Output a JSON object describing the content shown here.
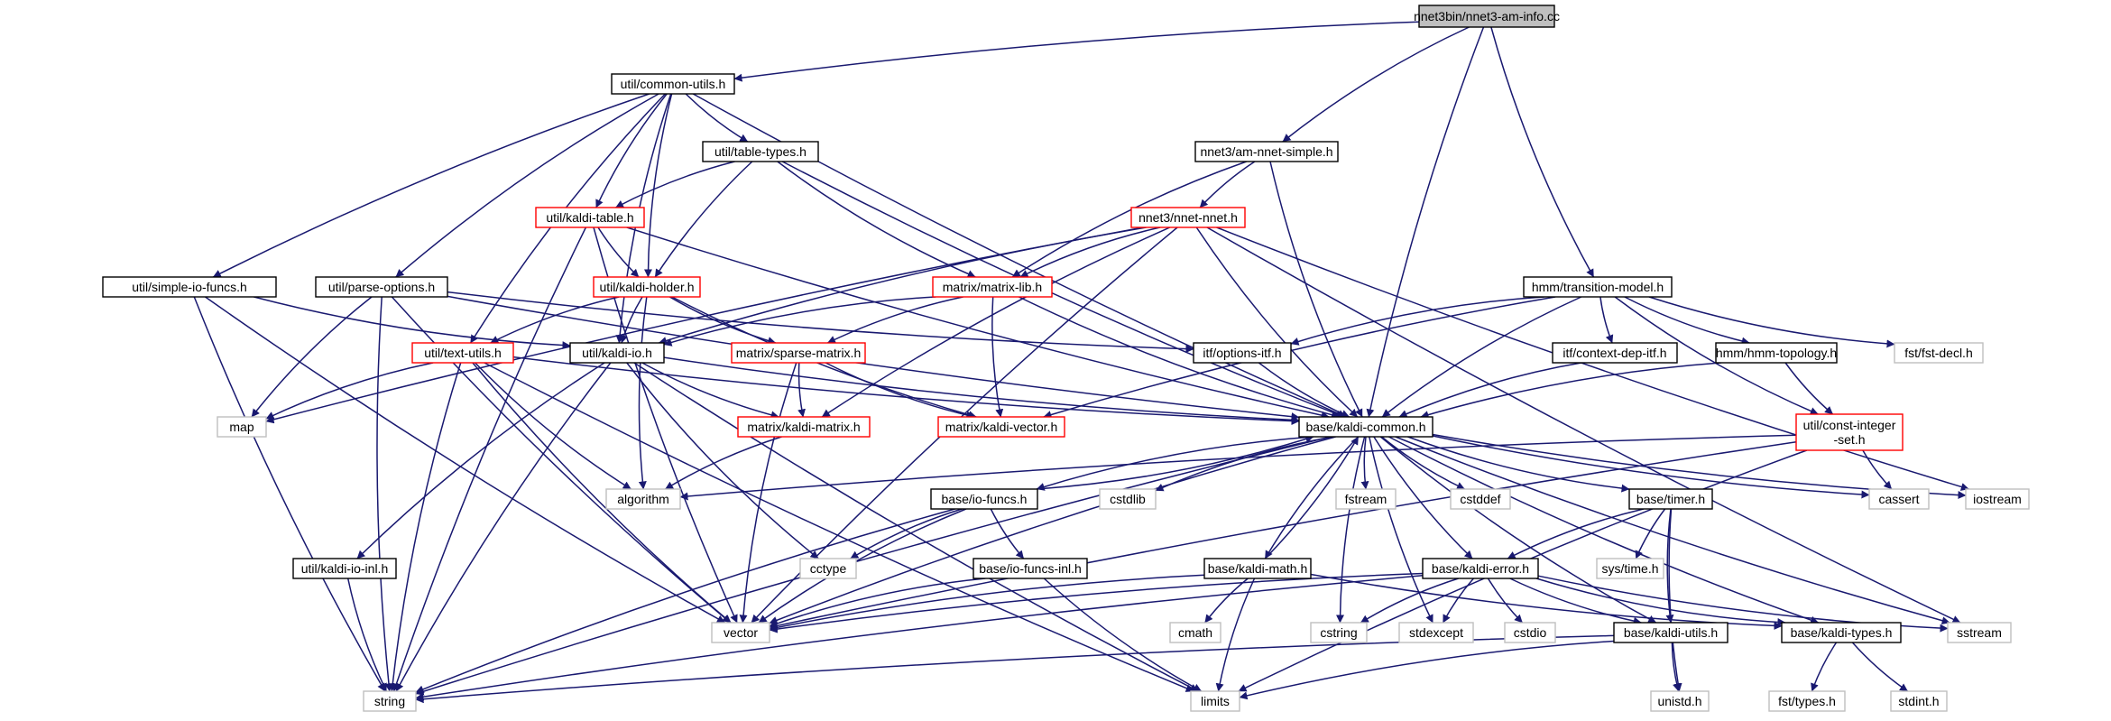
{
  "graph": {
    "type": "include-dependency-graph",
    "root": "nnet3bin/nnet3-am-info.cc",
    "nodes": [
      {
        "id": "root",
        "lines": [
          "nnet3bin/nnet3-am-info.cc"
        ],
        "style": "root"
      },
      {
        "id": "common_utils",
        "lines": [
          "util/common-utils.h"
        ],
        "style": "normal"
      },
      {
        "id": "am_nnet_simple",
        "lines": [
          "nnet3/am-nnet-simple.h"
        ],
        "style": "normal"
      },
      {
        "id": "table_types",
        "lines": [
          "util/table-types.h"
        ],
        "style": "normal"
      },
      {
        "id": "kaldi_table",
        "lines": [
          "util/kaldi-table.h"
        ],
        "style": "red"
      },
      {
        "id": "nnet_nnet",
        "lines": [
          "nnet3/nnet-nnet.h"
        ],
        "style": "red"
      },
      {
        "id": "simple_io_funcs",
        "lines": [
          "util/simple-io-funcs.h"
        ],
        "style": "normal"
      },
      {
        "id": "parse_options",
        "lines": [
          "util/parse-options.h"
        ],
        "style": "normal"
      },
      {
        "id": "kaldi_holder",
        "lines": [
          "util/kaldi-holder.h"
        ],
        "style": "red"
      },
      {
        "id": "matrix_lib",
        "lines": [
          "matrix/matrix-lib.h"
        ],
        "style": "red"
      },
      {
        "id": "transition_model",
        "lines": [
          "hmm/transition-model.h"
        ],
        "style": "normal"
      },
      {
        "id": "text_utils",
        "lines": [
          "util/text-utils.h"
        ],
        "style": "red"
      },
      {
        "id": "kaldi_io",
        "lines": [
          "util/kaldi-io.h"
        ],
        "style": "normal"
      },
      {
        "id": "sparse_matrix",
        "lines": [
          "matrix/sparse-matrix.h"
        ],
        "style": "red"
      },
      {
        "id": "options_itf",
        "lines": [
          "itf/options-itf.h"
        ],
        "style": "normal"
      },
      {
        "id": "context_dep_itf",
        "lines": [
          "itf/context-dep-itf.h"
        ],
        "style": "normal"
      },
      {
        "id": "hmm_topology",
        "lines": [
          "hmm/hmm-topology.h"
        ],
        "style": "normal"
      },
      {
        "id": "fst_decl",
        "lines": [
          "fst/fst-decl.h"
        ],
        "style": "ext"
      },
      {
        "id": "map",
        "lines": [
          "map"
        ],
        "style": "ext"
      },
      {
        "id": "kaldi_matrix",
        "lines": [
          "matrix/kaldi-matrix.h"
        ],
        "style": "red"
      },
      {
        "id": "kaldi_vector",
        "lines": [
          "matrix/kaldi-vector.h"
        ],
        "style": "red"
      },
      {
        "id": "kaldi_common",
        "lines": [
          "base/kaldi-common.h"
        ],
        "style": "normal"
      },
      {
        "id": "const_integer_set",
        "lines": [
          "util/const-integer",
          "-set.h"
        ],
        "style": "red"
      },
      {
        "id": "algorithm",
        "lines": [
          "algorithm"
        ],
        "style": "ext"
      },
      {
        "id": "io_funcs",
        "lines": [
          "base/io-funcs.h"
        ],
        "style": "normal"
      },
      {
        "id": "cstdlib",
        "lines": [
          "cstdlib"
        ],
        "style": "ext"
      },
      {
        "id": "fstream",
        "lines": [
          "fstream"
        ],
        "style": "ext"
      },
      {
        "id": "cstddef",
        "lines": [
          "cstddef"
        ],
        "style": "ext"
      },
      {
        "id": "timer",
        "lines": [
          "base/timer.h"
        ],
        "style": "normal"
      },
      {
        "id": "cassert",
        "lines": [
          "cassert"
        ],
        "style": "ext"
      },
      {
        "id": "iostream",
        "lines": [
          "iostream"
        ],
        "style": "ext"
      },
      {
        "id": "kaldi_io_inl",
        "lines": [
          "util/kaldi-io-inl.h"
        ],
        "style": "normal"
      },
      {
        "id": "cctype",
        "lines": [
          "cctype"
        ],
        "style": "ext"
      },
      {
        "id": "io_funcs_inl",
        "lines": [
          "base/io-funcs-inl.h"
        ],
        "style": "normal"
      },
      {
        "id": "kaldi_math",
        "lines": [
          "base/kaldi-math.h"
        ],
        "style": "normal"
      },
      {
        "id": "kaldi_error",
        "lines": [
          "base/kaldi-error.h"
        ],
        "style": "normal"
      },
      {
        "id": "sys_time",
        "lines": [
          "sys/time.h"
        ],
        "style": "ext"
      },
      {
        "id": "vector",
        "lines": [
          "vector"
        ],
        "style": "ext"
      },
      {
        "id": "cmath",
        "lines": [
          "cmath"
        ],
        "style": "ext"
      },
      {
        "id": "cstring",
        "lines": [
          "cstring"
        ],
        "style": "ext"
      },
      {
        "id": "stdexcept",
        "lines": [
          "stdexcept"
        ],
        "style": "ext"
      },
      {
        "id": "cstdio",
        "lines": [
          "cstdio"
        ],
        "style": "ext"
      },
      {
        "id": "kaldi_utils",
        "lines": [
          "base/kaldi-utils.h"
        ],
        "style": "normal"
      },
      {
        "id": "kaldi_types",
        "lines": [
          "base/kaldi-types.h"
        ],
        "style": "normal"
      },
      {
        "id": "sstream",
        "lines": [
          "sstream"
        ],
        "style": "ext"
      },
      {
        "id": "string",
        "lines": [
          "string"
        ],
        "style": "ext"
      },
      {
        "id": "limits",
        "lines": [
          "limits"
        ],
        "style": "ext"
      },
      {
        "id": "unistd",
        "lines": [
          "unistd.h"
        ],
        "style": "ext"
      },
      {
        "id": "fst_types",
        "lines": [
          "fst/types.h"
        ],
        "style": "ext"
      },
      {
        "id": "stdint",
        "lines": [
          "stdint.h"
        ],
        "style": "ext"
      }
    ],
    "edges": [
      [
        "root",
        "common_utils"
      ],
      [
        "root",
        "am_nnet_simple"
      ],
      [
        "root",
        "transition_model"
      ],
      [
        "root",
        "kaldi_common"
      ],
      [
        "common_utils",
        "table_types"
      ],
      [
        "common_utils",
        "kaldi_table"
      ],
      [
        "common_utils",
        "simple_io_funcs"
      ],
      [
        "common_utils",
        "parse_options"
      ],
      [
        "common_utils",
        "kaldi_holder"
      ],
      [
        "common_utils",
        "text_utils"
      ],
      [
        "common_utils",
        "kaldi_io"
      ],
      [
        "common_utils",
        "kaldi_common"
      ],
      [
        "am_nnet_simple",
        "nnet_nnet"
      ],
      [
        "am_nnet_simple",
        "matrix_lib"
      ],
      [
        "am_nnet_simple",
        "kaldi_common"
      ],
      [
        "table_types",
        "kaldi_table"
      ],
      [
        "table_types",
        "kaldi_holder"
      ],
      [
        "table_types",
        "matrix_lib"
      ],
      [
        "table_types",
        "kaldi_common"
      ],
      [
        "kaldi_table",
        "kaldi_holder"
      ],
      [
        "kaldi_table",
        "kaldi_common"
      ],
      [
        "kaldi_table",
        "string"
      ],
      [
        "kaldi_table",
        "vector"
      ],
      [
        "nnet_nnet",
        "matrix_lib"
      ],
      [
        "nnet_nnet",
        "kaldi_io"
      ],
      [
        "nnet_nnet",
        "kaldi_common"
      ],
      [
        "nnet_nnet",
        "map"
      ],
      [
        "nnet_nnet",
        "sstream"
      ],
      [
        "nnet_nnet",
        "iostream"
      ],
      [
        "nnet_nnet",
        "vector"
      ],
      [
        "nnet_nnet",
        "kaldi_matrix"
      ],
      [
        "simple_io_funcs",
        "kaldi_io"
      ],
      [
        "simple_io_funcs",
        "string"
      ],
      [
        "simple_io_funcs",
        "vector"
      ],
      [
        "parse_options",
        "map"
      ],
      [
        "parse_options",
        "string"
      ],
      [
        "parse_options",
        "vector"
      ],
      [
        "parse_options",
        "options_itf"
      ],
      [
        "parse_options",
        "kaldi_common"
      ],
      [
        "kaldi_holder",
        "text_utils"
      ],
      [
        "kaldi_holder",
        "kaldi_io"
      ],
      [
        "kaldi_holder",
        "sparse_matrix"
      ],
      [
        "kaldi_holder",
        "kaldi_vector"
      ],
      [
        "kaldi_holder",
        "algorithm"
      ],
      [
        "matrix_lib",
        "kaldi_io"
      ],
      [
        "matrix_lib",
        "sparse_matrix"
      ],
      [
        "matrix_lib",
        "kaldi_vector"
      ],
      [
        "matrix_lib",
        "kaldi_common"
      ],
      [
        "transition_model",
        "options_itf"
      ],
      [
        "transition_model",
        "context_dep_itf"
      ],
      [
        "transition_model",
        "hmm_topology"
      ],
      [
        "transition_model",
        "fst_decl"
      ],
      [
        "transition_model",
        "kaldi_common"
      ],
      [
        "transition_model",
        "const_integer_set"
      ],
      [
        "transition_model",
        "kaldi_vector"
      ],
      [
        "text_utils",
        "map"
      ],
      [
        "text_utils",
        "algorithm"
      ],
      [
        "text_utils",
        "limits"
      ],
      [
        "text_utils",
        "string"
      ],
      [
        "text_utils",
        "vector"
      ],
      [
        "text_utils",
        "kaldi_common"
      ],
      [
        "kaldi_io",
        "kaldi_io_inl"
      ],
      [
        "kaldi_io",
        "kaldi_matrix"
      ],
      [
        "kaldi_io",
        "kaldi_common"
      ],
      [
        "kaldi_io",
        "cctype"
      ],
      [
        "kaldi_io",
        "limits"
      ],
      [
        "kaldi_io",
        "string"
      ],
      [
        "sparse_matrix",
        "kaldi_matrix"
      ],
      [
        "sparse_matrix",
        "kaldi_vector"
      ],
      [
        "sparse_matrix",
        "vector"
      ],
      [
        "options_itf",
        "kaldi_common"
      ],
      [
        "context_dep_itf",
        "kaldi_common"
      ],
      [
        "hmm_topology",
        "kaldi_common"
      ],
      [
        "hmm_topology",
        "const_integer_set"
      ],
      [
        "kaldi_matrix",
        "algorithm"
      ],
      [
        "kaldi_common",
        "io_funcs"
      ],
      [
        "kaldi_common",
        "kaldi_math"
      ],
      [
        "kaldi_common",
        "kaldi_error"
      ],
      [
        "kaldi_common",
        "timer"
      ],
      [
        "kaldi_common",
        "kaldi_utils"
      ],
      [
        "kaldi_common",
        "kaldi_types"
      ],
      [
        "kaldi_common",
        "cstdlib"
      ],
      [
        "kaldi_common",
        "fstream"
      ],
      [
        "kaldi_common",
        "cstddef"
      ],
      [
        "kaldi_common",
        "cstring"
      ],
      [
        "kaldi_common",
        "stdexcept"
      ],
      [
        "kaldi_common",
        "sstream"
      ],
      [
        "kaldi_common",
        "cassert"
      ],
      [
        "kaldi_common",
        "iostream"
      ],
      [
        "kaldi_common",
        "string"
      ],
      [
        "kaldi_common",
        "vector"
      ],
      [
        "const_integer_set",
        "algorithm"
      ],
      [
        "const_integer_set",
        "cassert"
      ],
      [
        "const_integer_set",
        "limits"
      ],
      [
        "const_integer_set",
        "vector"
      ],
      [
        "io_funcs",
        "kaldi_common"
      ],
      [
        "io_funcs",
        "io_funcs_inl"
      ],
      [
        "io_funcs",
        "cctype"
      ],
      [
        "io_funcs",
        "string"
      ],
      [
        "io_funcs",
        "vector"
      ],
      [
        "timer",
        "kaldi_error"
      ],
      [
        "timer",
        "sys_time"
      ],
      [
        "timer",
        "kaldi_utils"
      ],
      [
        "timer",
        "unistd"
      ],
      [
        "kaldi_math",
        "kaldi_common"
      ],
      [
        "kaldi_math",
        "cmath"
      ],
      [
        "kaldi_math",
        "limits"
      ],
      [
        "kaldi_math",
        "vector"
      ],
      [
        "kaldi_math",
        "kaldi_types"
      ],
      [
        "io_funcs_inl",
        "vector"
      ],
      [
        "io_funcs_inl",
        "limits"
      ],
      [
        "kaldi_io_inl",
        "string"
      ],
      [
        "kaldi_error",
        "kaldi_types"
      ],
      [
        "kaldi_error",
        "kaldi_utils"
      ],
      [
        "kaldi_error",
        "string"
      ],
      [
        "kaldi_error",
        "vector"
      ],
      [
        "kaldi_error",
        "cstring"
      ],
      [
        "kaldi_error",
        "stdexcept"
      ],
      [
        "kaldi_error",
        "cstdio"
      ],
      [
        "kaldi_error",
        "sstream"
      ],
      [
        "kaldi_utils",
        "string"
      ],
      [
        "kaldi_utils",
        "limits"
      ],
      [
        "kaldi_utils",
        "unistd"
      ],
      [
        "kaldi_types",
        "fst_types"
      ],
      [
        "kaldi_types",
        "stdint"
      ]
    ]
  }
}
